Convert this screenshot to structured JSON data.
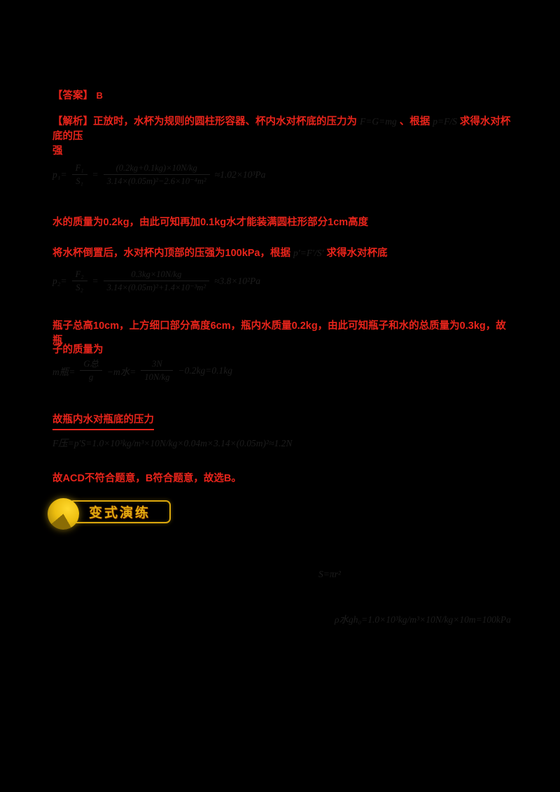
{
  "theme": {
    "background": "#000000",
    "text_red": "#e8241b",
    "formula_ink": "#1d1d1d",
    "badge_yellow": "#e3ac0e"
  },
  "answer": {
    "label": "【答案】",
    "value": "B"
  },
  "analysis": {
    "line1": {
      "red1": "【解析】正放时，水杯为规则的圆柱形容器、杯内水对杯底的压力为",
      "dark1": "F=G=mg",
      "red2": "、根据",
      "dark2": "p=F/S",
      "red3": "求得水对杯底的压"
    },
    "line1_cont": "强",
    "formula1": {
      "lhs": "p₁=",
      "f1_num": "F₁",
      "f1_den": "S₁",
      "eq": "=",
      "f2_num": "(0.2kg+0.1kg)×10N/kg",
      "f2_den": "3.14×(0.05m)²−2.6×10⁻⁴m²",
      "rhs": "≈1.02×10³Pa"
    },
    "line2": "水的质量为0.2kg，由此可知再加0.1kg水才能装满圆柱形部分1cm高度",
    "line3": {
      "red1": "将水杯倒置后，水对杯内顶部的压强为100kPa，根据",
      "dark": "p′=F′/S′",
      "red2": "求得水对杯底"
    },
    "formula2": {
      "lhs": "p₂=",
      "f1_num": "F₂",
      "f1_den": "S₂",
      "eq": "=",
      "f2_num": "0.3kg×10N/kg",
      "f2_den": "3.14×(0.05m)²+1.4×10⁻³m²",
      "rhs": "≈3.8×10²Pa"
    },
    "line4": "瓶子总高10cm，上方细口部分高度6cm，瓶内水质量0.2kg，由此可知瓶子和水的总质量为0.3kg，故瓶",
    "line4_cont": "子的质量为",
    "formula3": {
      "lhs": "m瓶=",
      "f1_num": "G总",
      "f1_den": "g",
      "mid": "−m水=",
      "f2_num": "3N",
      "f2_den": "10N/kg",
      "rhs": "−0.2kg=0.1kg"
    },
    "line5": "故瓶内水对瓶底的压力",
    "formula4": "F压=p′S=1.0×10³kg/m³×10N/kg×0.04m×3.14×(0.05m)²≈1.2N",
    "line6": "故ACD不符合题意，B符合题意，故选B。"
  },
  "badge": {
    "label": "变式演练"
  },
  "extra_formulas": {
    "a": "S=πr²",
    "b": "ρ水gh₀=1.0×10³kg/m³×10N/kg×10m=100kPa"
  }
}
